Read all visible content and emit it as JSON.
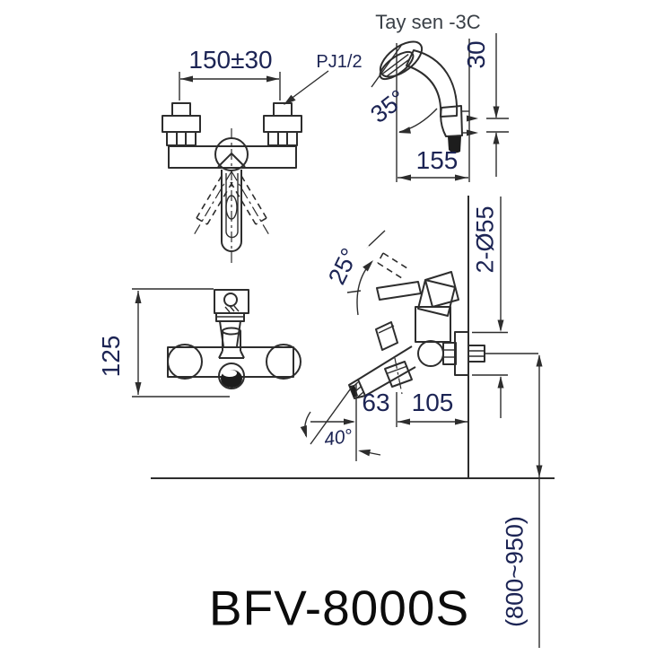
{
  "drawing": {
    "title": "BFV-8000S",
    "shower_label": "Tay sen -3C",
    "dims": {
      "mount_span": "150±30",
      "thread": "PJ1/2",
      "hook_offset": "30",
      "shower_angle": "35°",
      "shower_reach": "155",
      "flange_dia": "2-Ø55",
      "body_height": "125",
      "lever_angle": "25°",
      "spout_drop": "63",
      "spout_reach": "105",
      "spout_angle": "40°",
      "install_height": "(800~950)"
    },
    "colors": {
      "line": "#2d2d2d",
      "dim_text": "#1c2454",
      "label_text": "#3a4047",
      "title_text": "#0c0c0c",
      "background": "#ffffff"
    }
  }
}
